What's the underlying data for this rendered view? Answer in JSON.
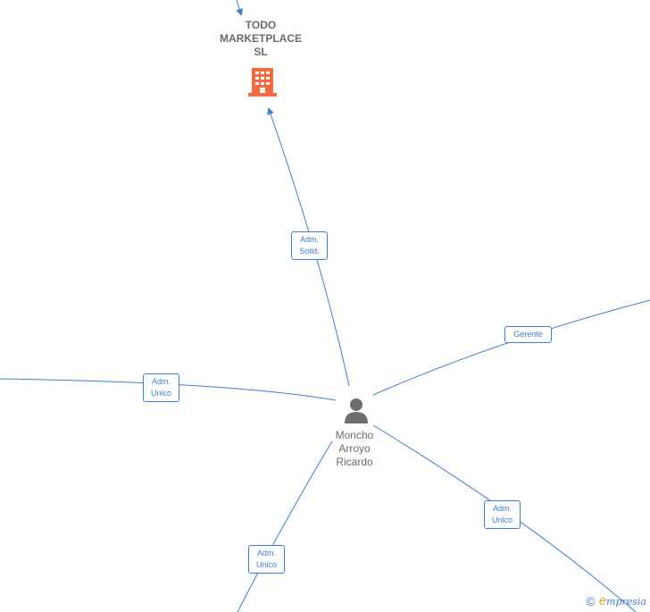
{
  "nodes": {
    "company": {
      "name_lines": [
        "TODO",
        "MARKETPLACE",
        "SL"
      ],
      "icon": "building-icon",
      "icon_color": "#f26a3d"
    },
    "person": {
      "name_lines": [
        "Moncho",
        "Arroyo",
        "Ricardo"
      ],
      "icon": "person-icon",
      "icon_color": "#6e6e6e"
    }
  },
  "edges": [
    {
      "id": "to-company",
      "label_lines": [
        "Adm.",
        "Solid."
      ]
    },
    {
      "id": "to-left",
      "label_lines": [
        "Adm.",
        "Unico"
      ]
    },
    {
      "id": "to-right",
      "label_lines": [
        "Gerente"
      ]
    },
    {
      "id": "to-bottom-right",
      "label_lines": [
        "Adm.",
        "Unico"
      ]
    },
    {
      "id": "to-bottom-left",
      "label_lines": [
        "Adm.",
        "Unico"
      ]
    }
  ],
  "colors": {
    "edge": "#3b7fd4",
    "text": "#6b6b6b"
  },
  "footer": {
    "copyright_symbol": "©",
    "brand_initial": "e",
    "brand_rest": "mpresia"
  }
}
